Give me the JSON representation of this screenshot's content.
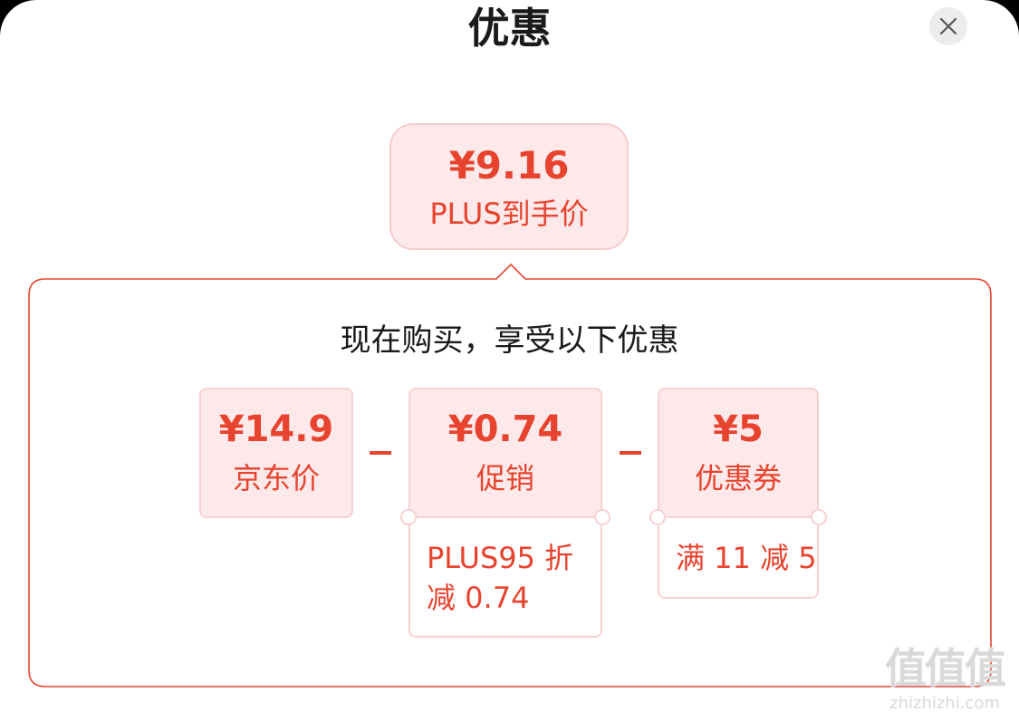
{
  "header": {
    "title": "优惠",
    "close_icon": "close-icon"
  },
  "final_price": {
    "amount": "¥9.16",
    "label": "PLUS到手价"
  },
  "breakdown": {
    "subtitle": "现在购买，享受以下优惠",
    "operator": "−",
    "items": [
      {
        "amount": "¥14.9",
        "label": "京东价"
      },
      {
        "amount": "¥0.74",
        "label": "促销",
        "detail_line1": "PLUS95 折",
        "detail_line2": "减 0.74"
      },
      {
        "amount": "¥5",
        "label": "优惠券",
        "detail_line1": "满 11 减 5"
      }
    ]
  },
  "watermark": {
    "glyphs": "值值值",
    "url": "zhizhizhi.com"
  },
  "colors": {
    "accent": "#e8432e",
    "card_bg": "#fde9e9",
    "card_border": "#f7d2d2"
  }
}
